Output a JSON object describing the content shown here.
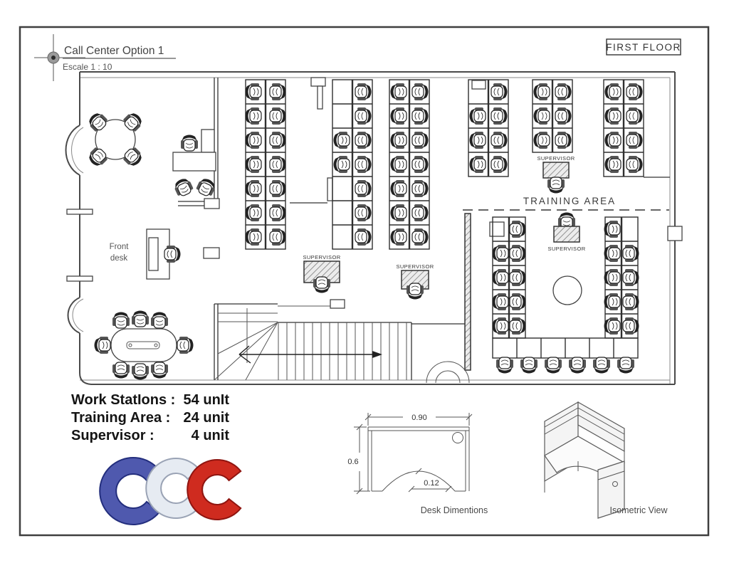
{
  "sheet": {
    "title": "Call Center Option 1",
    "scale": "Escale 1 : 10",
    "floor_label": "FIRST FLOOR"
  },
  "plan": {
    "training_area_label": "TRAINING AREA",
    "supervisor_label": "SUPERVISOR",
    "front_desk_label": [
      "Front",
      "desk"
    ]
  },
  "legend": {
    "rows": [
      {
        "label": "Work StatIons :",
        "value": "54 unIt"
      },
      {
        "label": "Training Area :",
        "value": "24 unit"
      },
      {
        "label": "Supervisor :",
        "value": "4 unit"
      }
    ]
  },
  "counts": {
    "work_stations": 54,
    "training_area": 24,
    "supervisor": 4
  },
  "desk_diagram": {
    "width": "0.90",
    "height": "0.6",
    "inset": "0.12",
    "caption": "Desk Dimentions"
  },
  "isometric": {
    "caption": "Isometric View"
  },
  "logo": {
    "letters": "CCC",
    "colors": {
      "blue": "#4f59ae",
      "silver": "#e6ebf2",
      "red": "#cf2b1f"
    }
  }
}
